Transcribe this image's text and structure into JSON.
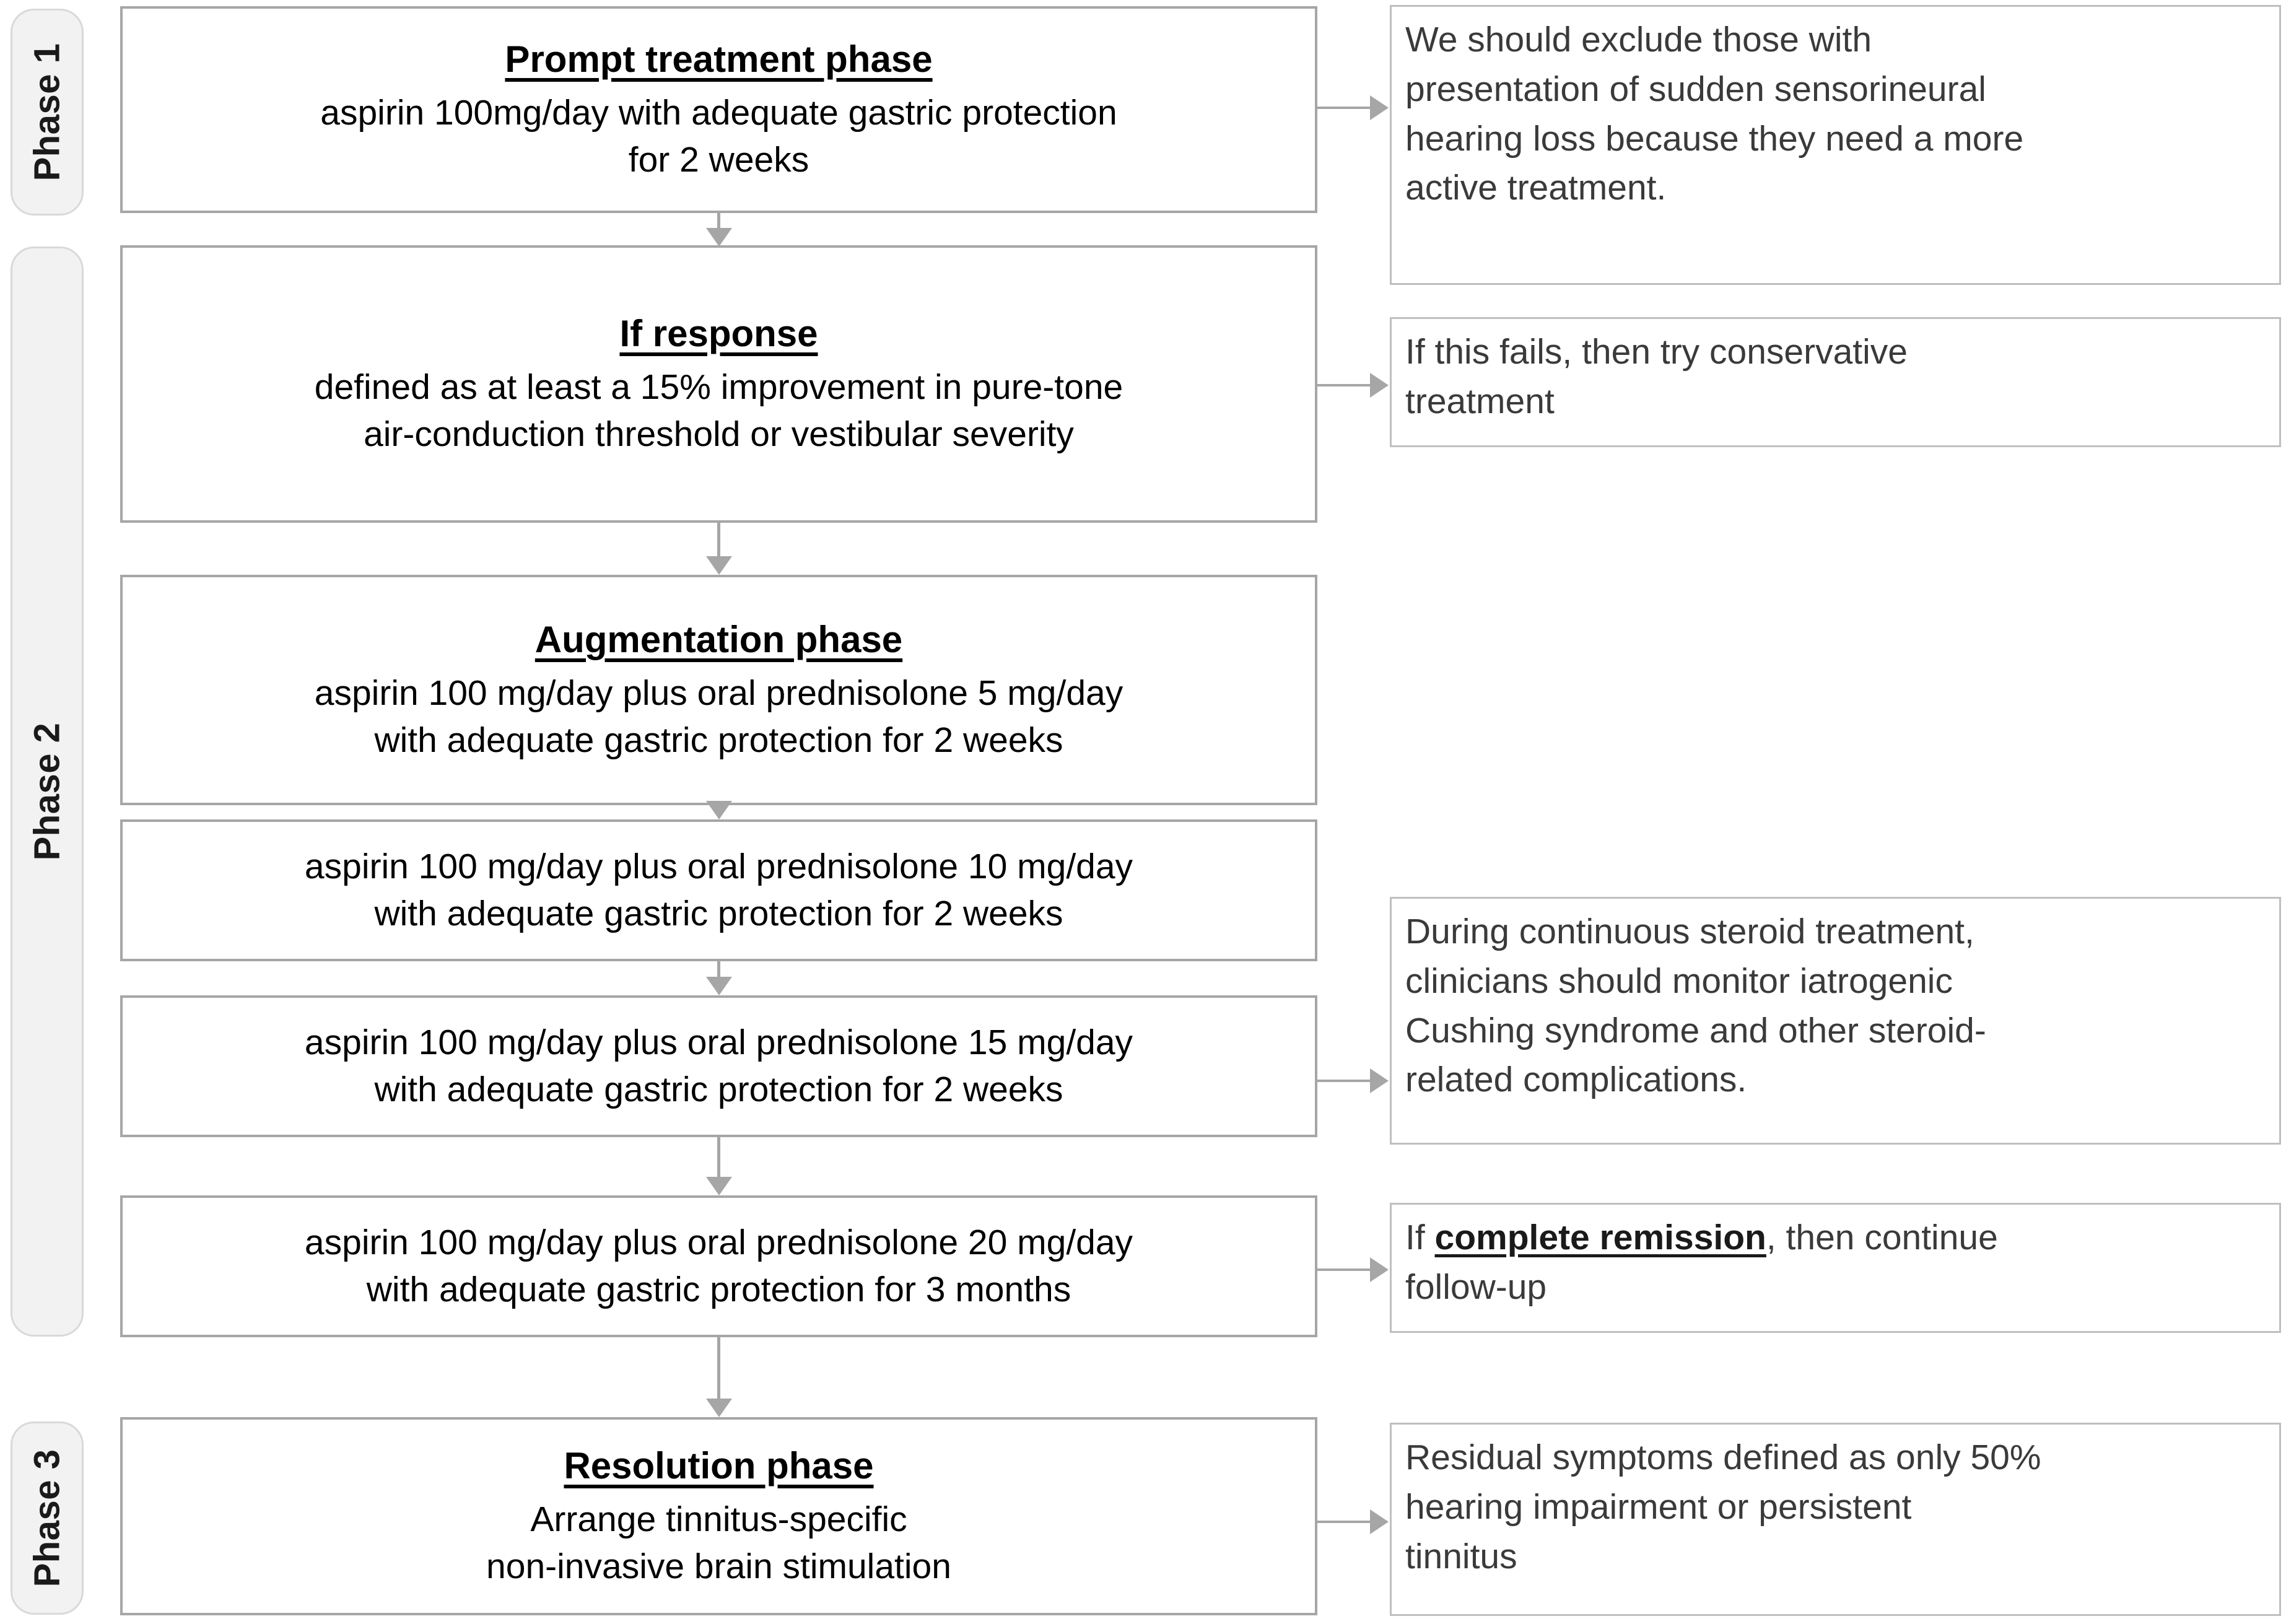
{
  "figure": {
    "type": "flowchart",
    "orientation": "vertical",
    "description": "Stepwise aspirin and prednisolone treatment protocol across three phases"
  },
  "phases": [
    {
      "id": "phase-1",
      "label": "Phase 1"
    },
    {
      "id": "phase-2",
      "label": "Phase 2"
    },
    {
      "id": "phase-3",
      "label": "Phase 3"
    }
  ],
  "flow_boxes": [
    {
      "id": "prompt-treatment-phase",
      "title": "Prompt treatment phase",
      "lines": [
        "aspirin 100mg/day with adequate gastric protection",
        "for 2 weeks"
      ]
    },
    {
      "id": "if-response",
      "title": "If response",
      "lines": [
        "defined as at least a 15% improvement in pure-tone",
        "air-conduction threshold or vestibular severity"
      ]
    },
    {
      "id": "augmentation-phase",
      "title": "Augmentation phase",
      "lines": [
        "aspirin 100 mg/day plus oral prednisolone 5 mg/day",
        "with adequate gastric protection for 2 weeks"
      ]
    },
    {
      "id": "prednisolone-10mg",
      "title": "",
      "lines": [
        "aspirin 100 mg/day plus oral prednisolone 10 mg/day",
        "with adequate gastric protection for 2 weeks"
      ]
    },
    {
      "id": "prednisolone-15mg",
      "title": "",
      "lines": [
        "aspirin 100 mg/day plus oral prednisolone 15 mg/day",
        "with adequate gastric protection for 2 weeks"
      ]
    },
    {
      "id": "prednisolone-20mg",
      "title": "",
      "lines": [
        "aspirin 100 mg/day plus oral prednisolone 20 mg/day",
        "with adequate gastric protection for 3 months"
      ]
    },
    {
      "id": "resolution-phase",
      "title": "Resolution phase",
      "lines": [
        "Arrange tinnitus-specific",
        "non-invasive brain stimulation"
      ]
    }
  ],
  "notes": [
    {
      "id": "note-exclusion",
      "lines": [
        "We should exclude those with",
        "presentation of sudden sensorineural",
        "hearing loss because they need a more",
        "active treatment."
      ]
    },
    {
      "id": "note-conservative",
      "lines": [
        "If this fails, then try conservative",
        "treatment"
      ]
    },
    {
      "id": "note-steroid-monitoring",
      "lines": [
        "During continuous steroid treatment,",
        "clinicians should monitor iatrogenic",
        "Cushing syndrome and other steroid-",
        "related complications."
      ]
    },
    {
      "id": "note-complete-remission",
      "prefix": "If ",
      "emphasis": "complete remission",
      "suffix": ", then continue",
      "lines": [
        "follow-up"
      ]
    },
    {
      "id": "note-residual-symptoms",
      "lines": [
        "Residual symptoms defined as only 50%",
        "hearing impairment or persistent",
        "tinnitus"
      ]
    }
  ],
  "colors": {
    "box_border": "#A6A6A6",
    "note_border": "#BFBFBF",
    "phase_fill": "#F2F2F2",
    "phase_border": "#D9D9D9",
    "connector": "#A6A6A6",
    "text": "#000000",
    "note_text": "#3a3a3a",
    "background": "#FFFFFF"
  }
}
